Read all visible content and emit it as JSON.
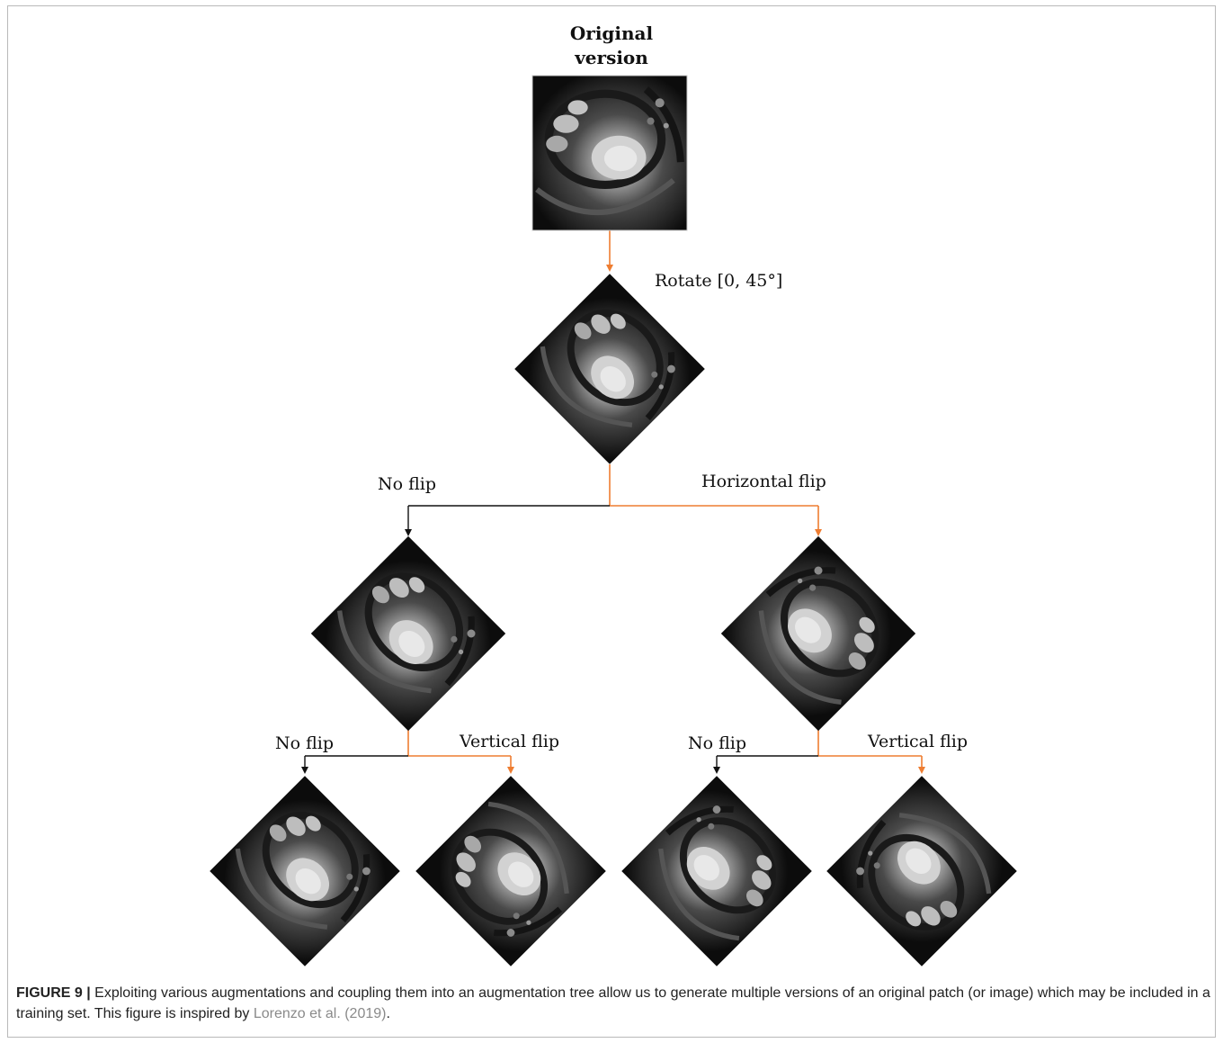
{
  "diagram": {
    "title_line1": "Original",
    "title_line2": "version",
    "rotate_label": "Rotate [0, 45°]",
    "branch_level1": {
      "left_label": "No flip",
      "right_label": "Horizontal flip"
    },
    "branch_level2_left": {
      "left_label": "No flip",
      "right_label": "Vertical flip"
    },
    "branch_level2_right": {
      "left_label": "No flip",
      "right_label": "Vertical flip"
    },
    "colors": {
      "augment_edge": "#ee7d31",
      "identity_edge": "#111111"
    }
  },
  "caption": {
    "figure_label": "FIGURE 9 |",
    "text_before_ref": " Exploiting various augmentations and coupling them into an augmentation tree allow us to generate multiple versions of an original patch (or image) which may be included in a training set. This figure is inspired by ",
    "reference": "Lorenzo et al. (2019)",
    "text_after_ref": "."
  }
}
